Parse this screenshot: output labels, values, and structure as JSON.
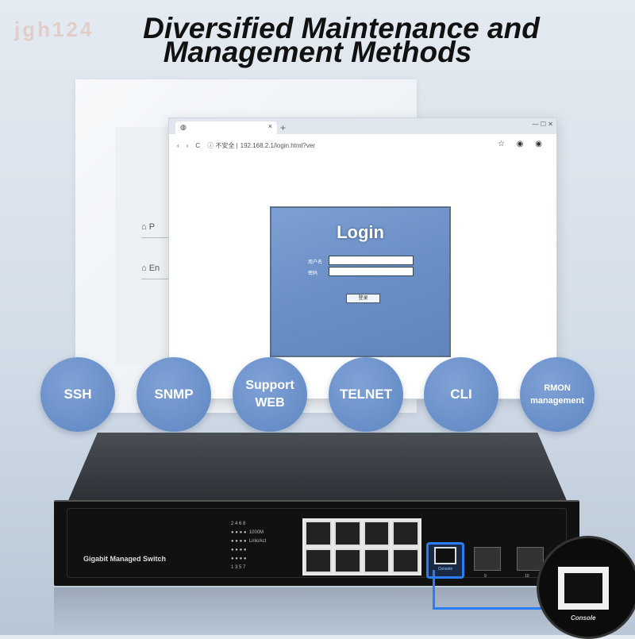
{
  "watermark": "jgh124",
  "headline": {
    "line1": "Diversified Maintenance and",
    "line2": "Management Methods"
  },
  "side_panel": {
    "items": [
      "P",
      "En"
    ]
  },
  "browser": {
    "tab_close": "×",
    "new_tab": "+",
    "window_controls": "—  ☐  ✕",
    "nav": [
      "‹",
      "›",
      "C"
    ],
    "security_label": "ⓘ 不安全 |",
    "url": "192.168.2.1/login.html?ver",
    "right_icons": "☆ ◉ ◉"
  },
  "login": {
    "title": "Login",
    "username_label": "用户名",
    "password_label": "密码",
    "submit_label": "登录"
  },
  "features": [
    "SSH",
    "SNMP",
    "Support WEB",
    "TELNET",
    "CLI",
    "RMON management"
  ],
  "switch": {
    "model_label": "Gigabit Managed Switch",
    "led_text": "2 4 6 8\n● ● ● ●  1000M\n● ● ● ●  Link/Act\n● ● ● ●\n● ● ● ●\n1 3 5 7",
    "console_label": "Console",
    "sfp_labels": [
      "9",
      "10"
    ],
    "zoom_label": "Console"
  },
  "colors": {
    "accent": "#2a7df2",
    "circle": "#6b8fc7",
    "login_bg": "#6a8fc6"
  }
}
